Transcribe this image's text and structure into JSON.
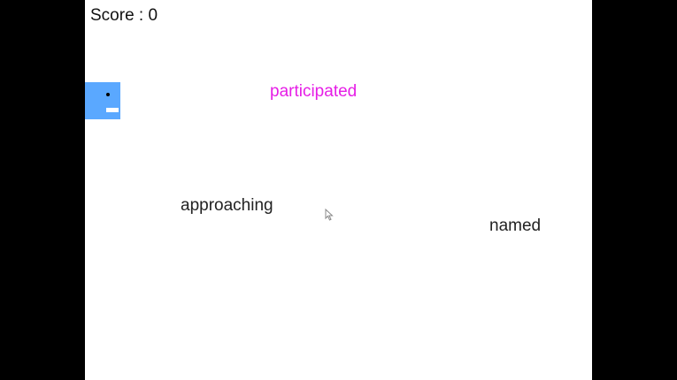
{
  "hud": {
    "score_text": "Score : 0"
  },
  "colors": {
    "background": "#000000",
    "play_area": "#ffffff",
    "player": "#5aa8ff"
  },
  "words": [
    {
      "text": "participated",
      "color": "#e61ee6"
    },
    {
      "text": "approaching",
      "color": "#222222"
    },
    {
      "text": "named",
      "color": "#222222"
    }
  ],
  "icons": {
    "player": "blue-block-character-icon",
    "cursor": "mouse-pointer-icon"
  }
}
